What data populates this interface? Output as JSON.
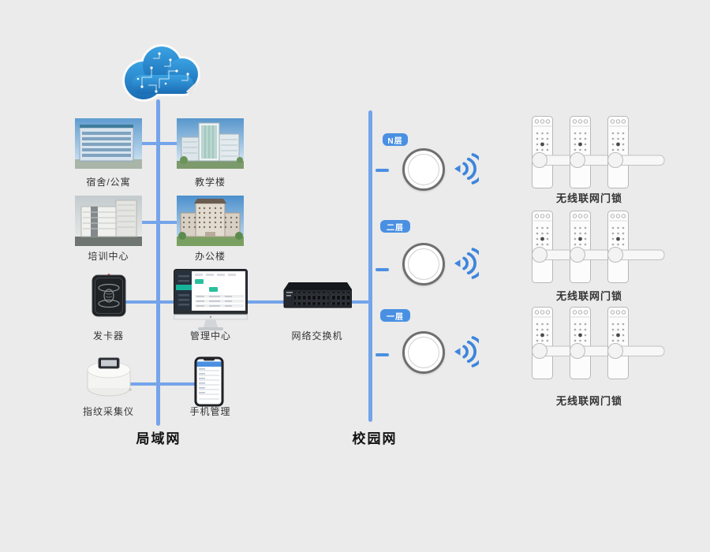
{
  "background_color": "#ebebeb",
  "colors": {
    "line": "#74a4ea",
    "floor_badge": "#4a90e2",
    "wifi_icon": "#3c85dd",
    "cloud_blue": "#2a8fd6"
  },
  "lan": {
    "section_label": "局域网",
    "dormitory_label": "宿舍/公寓",
    "teaching_label": "教学楼",
    "training_label": "培训中心",
    "office_label": "办公楼",
    "card_issuer_label": "发卡器",
    "management_label": "管理中心",
    "switch_label": "网络交换机",
    "fingerprint_label": "指纹采集仪",
    "phone_label": "手机管理"
  },
  "campus": {
    "section_label": "校园网",
    "floors": [
      {
        "label": "N层"
      },
      {
        "label": "二层"
      },
      {
        "label": "一层"
      }
    ]
  },
  "locks": {
    "groups": [
      {
        "label": "无线联网门锁"
      },
      {
        "label": "无线联网门锁"
      },
      {
        "label": "无线联网门锁"
      }
    ]
  }
}
